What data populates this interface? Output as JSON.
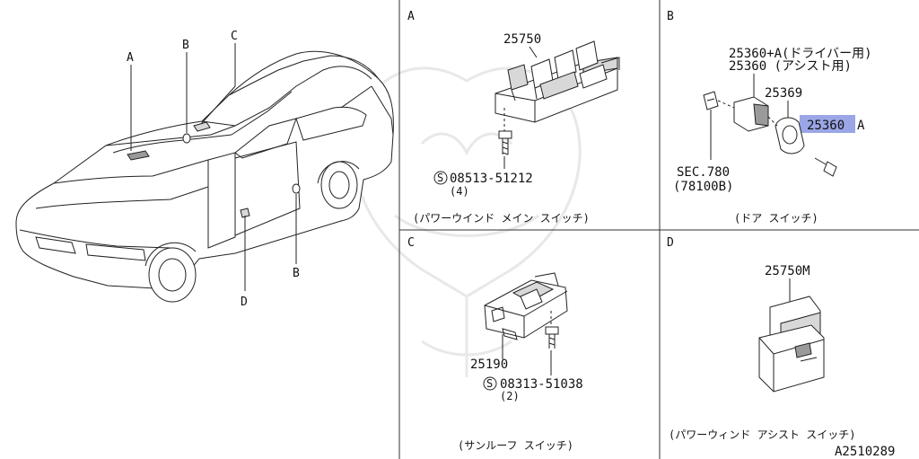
{
  "overview": {
    "labels": {
      "a": "A",
      "b": "B",
      "c": "C",
      "d": "D",
      "b2": "B"
    }
  },
  "panel_a": {
    "letter": "A",
    "part_number": "25750",
    "bolt_symbol": "S",
    "bolt_number": "08513-51212",
    "bolt_qty": "(4)",
    "caption": "(パワーウインド メイン スイッチ)"
  },
  "panel_b": {
    "letter": "B",
    "part_driver": "25360+A(ドライバー用)",
    "part_assist": "25360 (アシスト用)",
    "part_25369": "25369",
    "part_25360a_num": "25360",
    "part_25360a_suffix": "A",
    "sec": "SEC.780",
    "sec_sub": "(78100B)",
    "caption": "(ドア スイッチ)",
    "highlight_color": "#9aa6e6"
  },
  "panel_c": {
    "letter": "C",
    "part_number": "25190",
    "bolt_symbol": "S",
    "bolt_number": "08313-51038",
    "bolt_qty": "(2)",
    "caption": "(サンルーフ スイッチ)"
  },
  "panel_d": {
    "letter": "D",
    "part_number": "25750M",
    "caption": "(パワーウィンド アシスト スイッチ)",
    "diagram_code": "A2510289"
  }
}
